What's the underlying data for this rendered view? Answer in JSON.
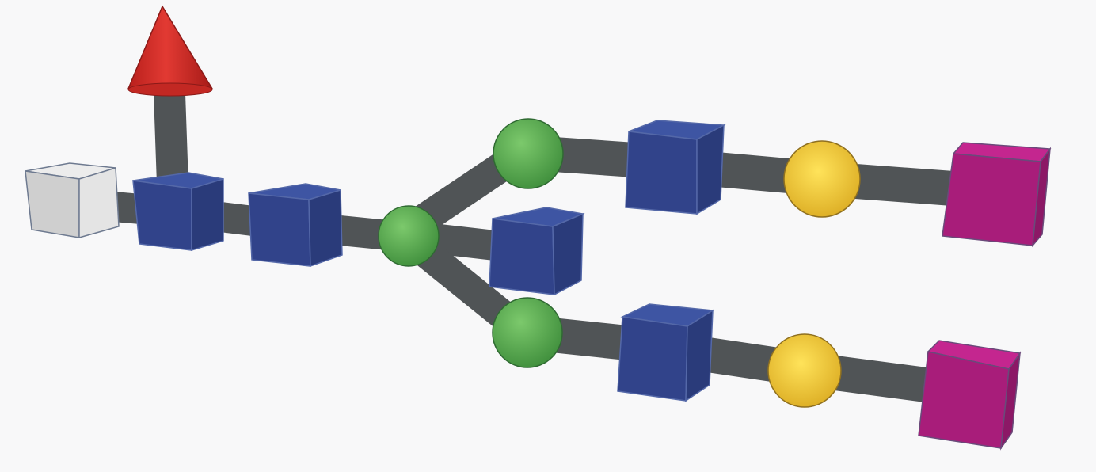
{
  "scene": {
    "background": "#f8f8f9",
    "description_visible_text": "",
    "colors": {
      "rod": "#5a5e60",
      "white_cube": "#d6d6d6",
      "blue_cube": "#34468c",
      "green_sphere": "#5aae4e",
      "yellow_sphere": "#f2c93a",
      "magenta_cube": "#b0207e",
      "red_cone": "#d3302b"
    },
    "objects": [
      {
        "id": "white-cube",
        "shape": "cube",
        "color": "white_cube"
      },
      {
        "id": "blue-cube-1",
        "shape": "cube",
        "color": "blue_cube"
      },
      {
        "id": "red-arrow",
        "shape": "cone",
        "color": "red_cone"
      },
      {
        "id": "blue-cube-2",
        "shape": "cube",
        "color": "blue_cube"
      },
      {
        "id": "green-hub-sphere",
        "shape": "sphere",
        "color": "green_sphere"
      },
      {
        "id": "blue-cube-middle",
        "shape": "cube",
        "color": "blue_cube"
      },
      {
        "id": "green-sphere-upper",
        "shape": "sphere",
        "color": "green_sphere"
      },
      {
        "id": "blue-cube-upper",
        "shape": "cube",
        "color": "blue_cube"
      },
      {
        "id": "yellow-sphere-upper",
        "shape": "sphere",
        "color": "yellow_sphere"
      },
      {
        "id": "magenta-cube-upper",
        "shape": "cube",
        "color": "magenta_cube"
      },
      {
        "id": "green-sphere-lower",
        "shape": "sphere",
        "color": "green_sphere"
      },
      {
        "id": "blue-cube-lower",
        "shape": "cube",
        "color": "blue_cube"
      },
      {
        "id": "yellow-sphere-lower",
        "shape": "sphere",
        "color": "yellow_sphere"
      },
      {
        "id": "magenta-cube-lower",
        "shape": "cube",
        "color": "magenta_cube"
      }
    ]
  }
}
